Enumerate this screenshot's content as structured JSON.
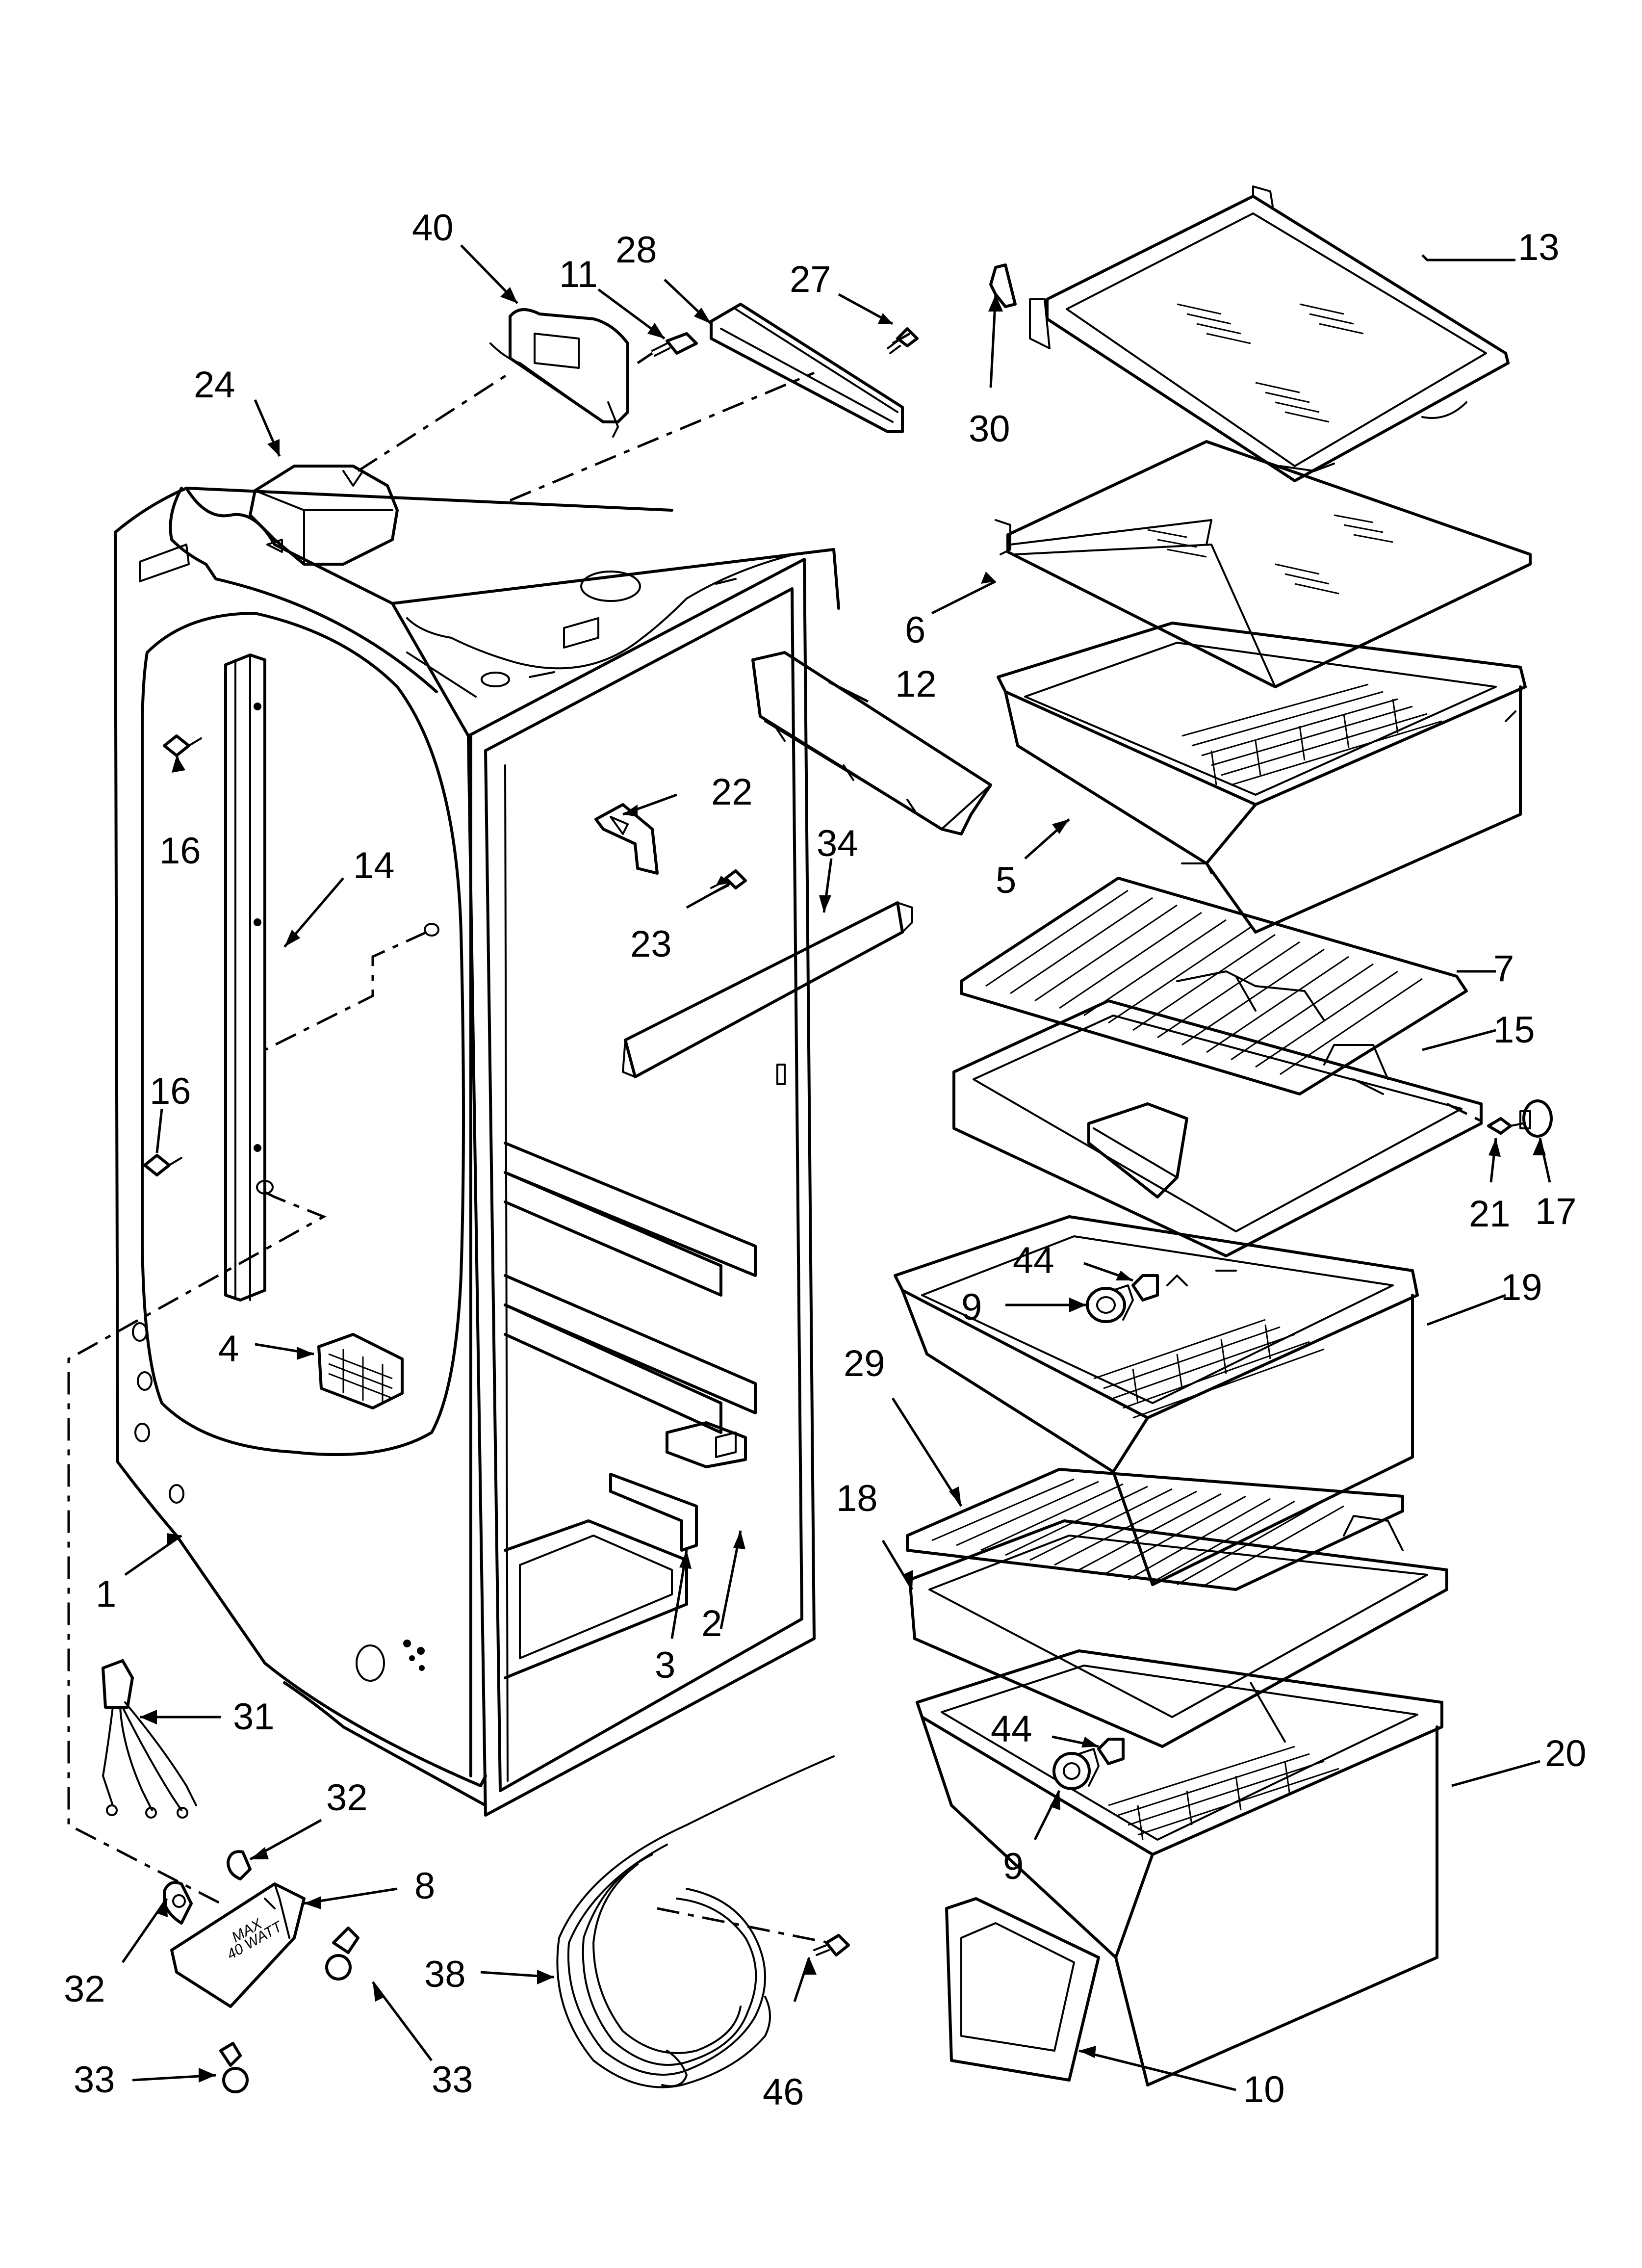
{
  "callouts": [
    {
      "id": "c40",
      "label": "40"
    },
    {
      "id": "c11",
      "label": "11"
    },
    {
      "id": "c28",
      "label": "28"
    },
    {
      "id": "c27",
      "label": "27"
    },
    {
      "id": "c30",
      "label": "30"
    },
    {
      "id": "c13",
      "label": "13"
    },
    {
      "id": "c24",
      "label": "24"
    },
    {
      "id": "c6",
      "label": "6"
    },
    {
      "id": "c12",
      "label": "12"
    },
    {
      "id": "c22",
      "label": "22"
    },
    {
      "id": "c34",
      "label": "34"
    },
    {
      "id": "c5",
      "label": "5"
    },
    {
      "id": "c16a",
      "label": "16"
    },
    {
      "id": "c14",
      "label": "14"
    },
    {
      "id": "c23",
      "label": "23"
    },
    {
      "id": "c7",
      "label": "7"
    },
    {
      "id": "c15",
      "label": "15"
    },
    {
      "id": "c16b",
      "label": "16"
    },
    {
      "id": "c21",
      "label": "21"
    },
    {
      "id": "c17",
      "label": "17"
    },
    {
      "id": "c44a",
      "label": "44"
    },
    {
      "id": "c9a",
      "label": "9"
    },
    {
      "id": "c19",
      "label": "19"
    },
    {
      "id": "c4",
      "label": "4"
    },
    {
      "id": "c29",
      "label": "29"
    },
    {
      "id": "c18",
      "label": "18"
    },
    {
      "id": "c1",
      "label": "1"
    },
    {
      "id": "c3",
      "label": "3"
    },
    {
      "id": "c2",
      "label": "2"
    },
    {
      "id": "c31",
      "label": "31"
    },
    {
      "id": "c44b",
      "label": "44"
    },
    {
      "id": "c20",
      "label": "20"
    },
    {
      "id": "c9b",
      "label": "9"
    },
    {
      "id": "c32a",
      "label": "32"
    },
    {
      "id": "c8",
      "label": "8"
    },
    {
      "id": "c32b",
      "label": "32"
    },
    {
      "id": "c38",
      "label": "38"
    },
    {
      "id": "c33a",
      "label": "33"
    },
    {
      "id": "c33b",
      "label": "33"
    },
    {
      "id": "c46",
      "label": "46"
    },
    {
      "id": "c10",
      "label": "10"
    }
  ],
  "light_socket_text": [
    "MAX",
    "40 WATT"
  ]
}
